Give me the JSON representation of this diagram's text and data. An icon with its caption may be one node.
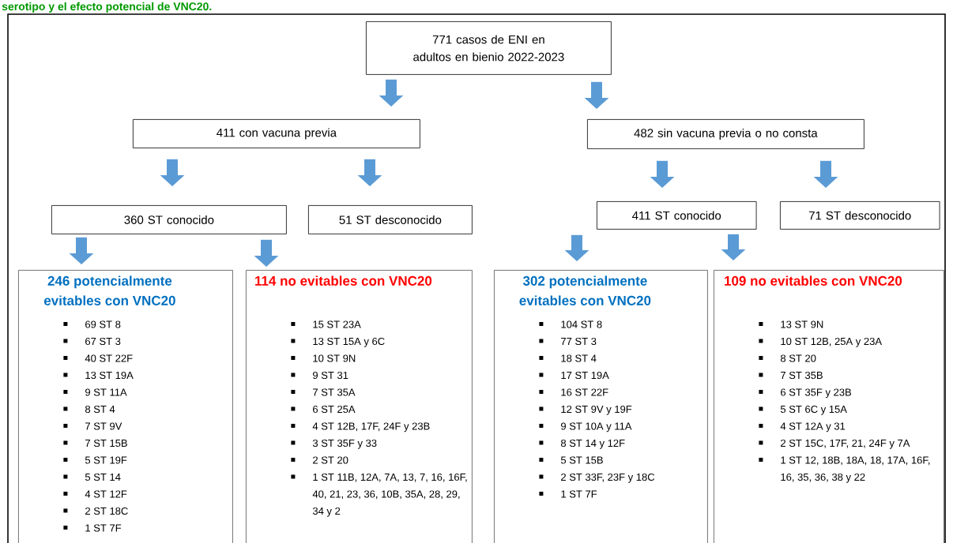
{
  "diagram": {
    "title": "serotipo y el efecto potencial de VNC20.",
    "nodes": [
      {
        "text": [
          "771 casos de ENI en adultos en bienio 2022-2023"
        ]
      },
      {
        "text": [
          "411 con vacuna previa"
        ]
      },
      {
        "text": [
          "482 sin vacuna previa o no consta"
        ]
      },
      {
        "text": [
          "360 ST conocido"
        ]
      },
      {
        "text": [
          "51 ST desconocido"
        ]
      },
      {
        "text": [
          "411 ST conocido"
        ]
      },
      {
        "text": [
          "71 ST desconocido"
        ]
      },
      {
        "text": [
          "246 potencialmente evitables con VNC20",
          "69 ST 8",
          "67 ST 3",
          "40 ST 22F",
          "13 ST 19A",
          "9 ST 11A",
          "8 ST 4",
          "7 ST 9V",
          "7 ST 15B",
          "5 ST 19F",
          "5 ST 14",
          "4 ST 12F",
          "2 ST 18C",
          "1 ST 7F"
        ]
      },
      {
        "text": [
          "114 no evitables con VNC20",
          "15 ST 23A",
          "13 ST 15A y 6C",
          "10 ST 9N",
          "9 ST 31",
          "7 ST 35A",
          "6 ST 25A",
          "4 ST 12B, 17F, 24F y 23B",
          "3 ST 35F y 33",
          "2 ST 20",
          "1 ST 11B, 12A, 7A, 13, 7, 16, 16F, 40, 21, 23, 36, 10B, 35A, 28, 29, 34 y 2"
        ]
      },
      {
        "text": [
          "302 potencialmente evitables con VNC20",
          "104 ST 8",
          "77 ST 3",
          "18 ST 4",
          "17 ST 19A",
          "16 ST 22F",
          "12 ST 9V y 19F",
          "9 ST 10A y 11A",
          "8 ST 14 y 12F",
          "5 ST 15B",
          "2 ST 33F, 23F y 18C",
          "1 ST 7F"
        ]
      },
      {
        "text": [
          "109 no evitables con VNC20",
          "13 ST 9N",
          "10 ST 12B, 25A y 23A",
          "8 ST 20",
          "7 ST 35B",
          "6 ST 35F y 23B",
          "5 ST 6C y 15A",
          "4 ST 12A y 31",
          "2 ST 15C, 17F, 21, 24F y 7A",
          "1 ST 12, 18B, 18A, 18, 17A, 16F, 16, 35, 36, 38 y 22"
        ]
      }
    ],
    "edges": [
      {
        "from": 0,
        "to": 1,
        "arrow": "to"
      },
      {
        "from": 0,
        "to": 2,
        "arrow": "to"
      },
      {
        "from": 1,
        "to": 3,
        "arrow": "to"
      },
      {
        "from": 1,
        "to": 4,
        "arrow": "to"
      },
      {
        "from": 2,
        "to": 5,
        "arrow": "to"
      },
      {
        "from": 2,
        "to": 6,
        "arrow": "to"
      },
      {
        "from": 3,
        "to": 7,
        "arrow": "to"
      },
      {
        "from": 3,
        "to": 8,
        "arrow": "to"
      },
      {
        "from": 5,
        "to": 9,
        "arrow": "to"
      },
      {
        "from": 5,
        "to": 10,
        "arrow": "to"
      }
    ]
  }
}
